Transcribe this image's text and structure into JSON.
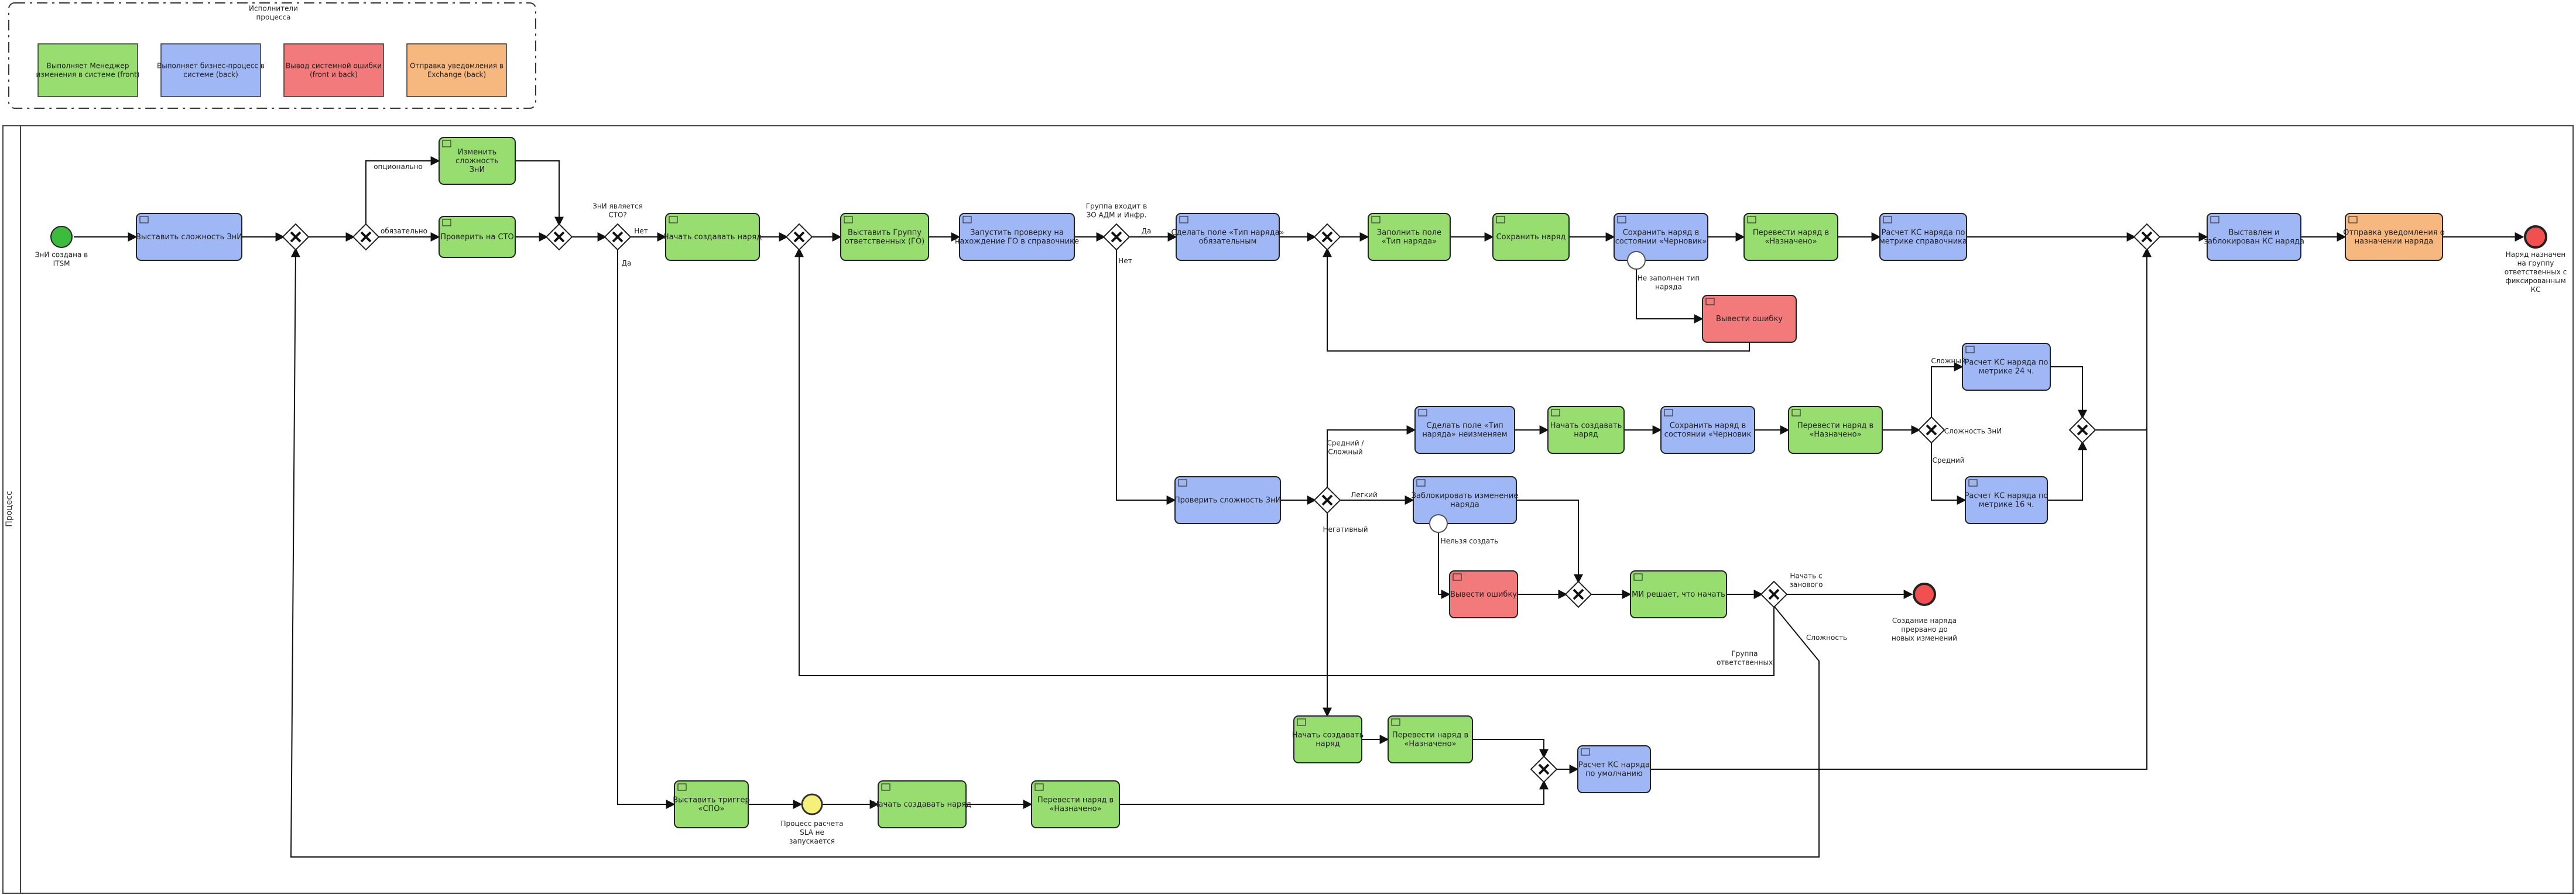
{
  "diagram": {
    "lane_label": "Процесс",
    "legend": {
      "title": "Исполнители\nпроцесса",
      "items": [
        {
          "key": "front_manager",
          "label": "Выполняет Менеджер\nизменения в системе (front)",
          "color": "#97dd70"
        },
        {
          "key": "back",
          "label": "Выполняет бизнес-процесс в\nсистеме (back)",
          "color": "#9fb7f4"
        },
        {
          "key": "error",
          "label": "Вывод системной ошибки\n(front и back)",
          "color": "#f27a7a"
        },
        {
          "key": "exchange",
          "label": "Отправка уведомления в\nExchange (back)",
          "color": "#f7b880"
        }
      ]
    },
    "nodes": [
      {
        "id": "start",
        "type": "start",
        "label": "ЗнИ создана в\nITSM"
      },
      {
        "id": "t_complexity",
        "type": "task",
        "role": "back",
        "label": "Выставить сложность ЗнИ"
      },
      {
        "id": "g1",
        "type": "gateway",
        "label": ""
      },
      {
        "id": "g2",
        "type": "gateway",
        "label": ""
      },
      {
        "id": "t_change_complexity",
        "type": "task",
        "role": "front",
        "label": "Изменить\nсложность\nЗнИ"
      },
      {
        "id": "t_check_cto",
        "type": "task",
        "role": "front",
        "label": "Проверить на СТО"
      },
      {
        "id": "g3",
        "type": "gateway",
        "label": ""
      },
      {
        "id": "g4",
        "type": "gateway",
        "label": "ЗнИ является\nСТО?"
      },
      {
        "id": "t_start_order1",
        "type": "task",
        "role": "front",
        "label": "Начать создавать наряд"
      },
      {
        "id": "g5",
        "type": "gateway",
        "label": ""
      },
      {
        "id": "t_set_group",
        "type": "task",
        "role": "front",
        "label": "Выставить Группу\nответственных (ГО)"
      },
      {
        "id": "t_check_go",
        "type": "task",
        "role": "back",
        "label": "Запустить проверку на\nнахождение ГО в справочнике"
      },
      {
        "id": "g6",
        "type": "gateway",
        "label": "Группа входит в\nЗО АДМ и Инфр."
      },
      {
        "id": "t_make_type_required",
        "type": "task",
        "role": "back",
        "label": "Сделать поле «Тип наряда»\nобязательным"
      },
      {
        "id": "g7",
        "type": "gateway",
        "label": ""
      },
      {
        "id": "t_fill_type",
        "type": "task",
        "role": "front",
        "label": "Заполнить поле\n«Тип наряда»"
      },
      {
        "id": "t_save_order",
        "type": "task",
        "role": "front",
        "label": "Сохранить наряд"
      },
      {
        "id": "t_save_draft1",
        "type": "task",
        "role": "back",
        "label": "Сохранить наряд в\nсостоянии «Черновик»"
      },
      {
        "id": "t_error1",
        "type": "task",
        "role": "error",
        "label": "Вывести ошибку"
      },
      {
        "id": "t_assign1",
        "type": "task",
        "role": "front",
        "label": "Перевести наряд в\n«Назначено»"
      },
      {
        "id": "t_calc_ref",
        "type": "task",
        "role": "back",
        "label": "Расчет КС наряда по\nметрике справочника"
      },
      {
        "id": "g8",
        "type": "gateway",
        "label": ""
      },
      {
        "id": "t_set_lock",
        "type": "task",
        "role": "back",
        "label": "Выставлен и\nзаблокирован КС наряда"
      },
      {
        "id": "t_notify",
        "type": "task",
        "role": "exchange",
        "label": "Отправка уведомления о\nназначении наряда"
      },
      {
        "id": "end1",
        "type": "end",
        "label": "Наряд назначен\nна группу\nответственных с\nфиксированным\nКС"
      },
      {
        "id": "t_check_complexity2",
        "type": "task",
        "role": "back",
        "label": "Проверить сложность ЗнИ"
      },
      {
        "id": "g9",
        "type": "gateway",
        "label": ""
      },
      {
        "id": "t_type_unchangeable",
        "type": "task",
        "role": "back",
        "label": "Сделать поле «Тип\nнаряда» неизменяем"
      },
      {
        "id": "t_start_order2",
        "type": "task",
        "role": "front",
        "label": "Начать создавать\nнаряд"
      },
      {
        "id": "t_save_draft2",
        "type": "task",
        "role": "back",
        "label": "Сохранить наряд в\nсостоянии «Черновик"
      },
      {
        "id": "t_assign2",
        "type": "task",
        "role": "front",
        "label": "Перевести наряд в\n«Назначено»"
      },
      {
        "id": "g10",
        "type": "gateway",
        "label": ""
      },
      {
        "id": "t_calc24",
        "type": "task",
        "role": "back",
        "label": "Расчет КС наряда по\nметрике 24 ч."
      },
      {
        "id": "t_calc16",
        "type": "task",
        "role": "back",
        "label": "Расчет КС наряда по\nметрике 16 ч."
      },
      {
        "id": "g11",
        "type": "gateway",
        "label": ""
      },
      {
        "id": "t_block_change",
        "type": "task",
        "role": "back",
        "label": "Заблокировать изменение\nнаряда"
      },
      {
        "id": "t_error2",
        "type": "task",
        "role": "error",
        "label": "Вывести ошибку"
      },
      {
        "id": "g12",
        "type": "gateway",
        "label": ""
      },
      {
        "id": "t_mi_decides",
        "type": "task",
        "role": "front",
        "label": "МИ решает, что начать"
      },
      {
        "id": "g13",
        "type": "gateway",
        "label": ""
      },
      {
        "id": "end2",
        "type": "end",
        "label": "Создание наряда\nпрервано до\nновых изменений"
      },
      {
        "id": "t_start_order3",
        "type": "task",
        "role": "front",
        "label": "Начать создавать\nнаряд"
      },
      {
        "id": "t_assign3",
        "type": "task",
        "role": "front",
        "label": "Перевести наряд в\n«Назначено»"
      },
      {
        "id": "g14",
        "type": "gateway",
        "label": ""
      },
      {
        "id": "t_calc_default",
        "type": "task",
        "role": "back",
        "label": "Расчет КС наряда\nпо умолчанию"
      },
      {
        "id": "t_trigger_spo",
        "type": "task",
        "role": "front",
        "label": "Выставить триггер\n«СПО»"
      },
      {
        "id": "ev_sla",
        "type": "intermediate",
        "label": "Процесс расчета\nSLA не\nзапускается"
      },
      {
        "id": "t_start_order4",
        "type": "task",
        "role": "front",
        "label": "Начать создавать наряд"
      },
      {
        "id": "t_assign4",
        "type": "task",
        "role": "front",
        "label": "Перевести наряд в\n«Назначено»"
      }
    ],
    "edge_labels": {
      "optional": "опционально",
      "mandatory": "обязательно",
      "no": "Нет",
      "yes": "Да",
      "yes2": "Да",
      "no2": "Нет",
      "not_filled": "Не заполнен тип\nнаряда",
      "complex": "Сложный",
      "medium": "Средний",
      "complexity_zni": "Сложность ЗнИ",
      "medium_complex": "Средний /\nСложный",
      "easy": "Легкий",
      "negative": "Негативный",
      "cannot_create": "Нельзя создать",
      "start_anew": "Начать с\nзанового",
      "group_resp": "Группа\nответственных",
      "complexity": "Сложность"
    }
  }
}
